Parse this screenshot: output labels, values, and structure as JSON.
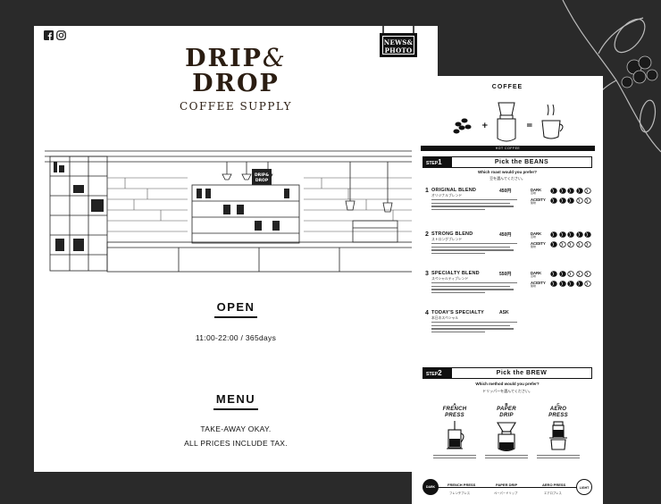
{
  "left_page": {
    "brand_line1": "DRIP",
    "brand_amp": "&",
    "brand_line2": "DROP",
    "brand_sub": "COFFEE SUPPLY",
    "news_line1": "NEWS&",
    "news_line2": "PHOTO",
    "open_heading": "OPEN",
    "open_hours": "11:00-22:00 / 365days",
    "menu_heading": "MENU",
    "menu_line1": "TAKE-AWAY   OKAY.",
    "menu_line2": "ALL PRICES INCLUDE TAX."
  },
  "right_page": {
    "title": "COFFEE",
    "hot_label": "HOT COFFEE",
    "step1": {
      "tag": "STEP",
      "num": "1",
      "label": "Pick the BEANS",
      "question": "Which roast would you prefer?",
      "question_ja": "豆を選んでください。"
    },
    "beans": [
      {
        "num": "1",
        "name": "ORIGINAL BLEND",
        "name_ja": "オリジナルブレンド",
        "price": "450円",
        "dark": 4,
        "acidity": 3
      },
      {
        "num": "2",
        "name": "STRONG BLEND",
        "name_ja": "ストロングブレンド",
        "price": "450円",
        "dark": 5,
        "acidity": 1
      },
      {
        "num": "3",
        "name": "SPECIALTY BLEND",
        "name_ja": "スペシャルティブレンド",
        "price": "550円",
        "dark": 2,
        "acidity": 4
      },
      {
        "num": "4",
        "name": "TODAY'S SPECIALTY",
        "name_ja": "本日のスペシャル",
        "price": "ASK"
      }
    ],
    "dark_label": "DARK",
    "dark_label_ja": "苦味",
    "acidity_label": "ACIDITY",
    "acidity_label_ja": "酸味",
    "step2": {
      "tag": "STEP",
      "num": "2",
      "label": "Pick the BREW",
      "question": "Which method would you prefer?",
      "question_ja": "ドリッパーを選んでください。"
    },
    "brews": [
      {
        "letter": "A",
        "name1": "FRENCH",
        "name2": "PRESS"
      },
      {
        "letter": "B",
        "name1": "PAPER",
        "name2": "DRIP"
      },
      {
        "letter": "C",
        "name1": "AERO",
        "name2": "PRESS"
      }
    ],
    "scale": {
      "dark": "DARK",
      "light": "LIGHT",
      "marks": [
        "FRENCH PRESS",
        "PAPER DRIP",
        "AERO PRESS"
      ],
      "marks_ja": [
        "フレンチプレス",
        "ペーパードリップ",
        "エアロプレス"
      ]
    }
  }
}
